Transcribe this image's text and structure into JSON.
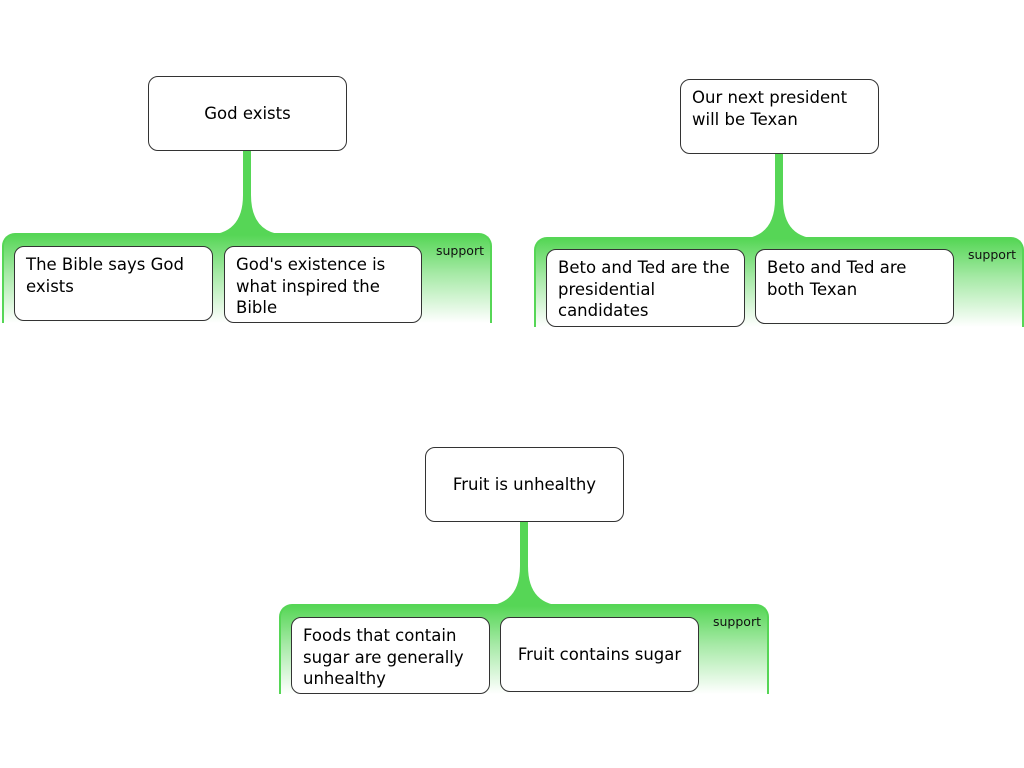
{
  "accent_color": "#56d656",
  "arguments": [
    {
      "claim": "God exists",
      "relation_label": "support",
      "premises": [
        "The Bible says God exists",
        "God's existence is what inspired the Bible"
      ]
    },
    {
      "claim": "Our next president will be Texan",
      "relation_label": "support",
      "premises": [
        "Beto and Ted are the presidential candidates",
        "Beto and Ted are both Texan"
      ]
    },
    {
      "claim": "Fruit is unhealthy",
      "relation_label": "support",
      "premises": [
        "Foods that contain sugar are generally unhealthy",
        "Fruit contains sugar"
      ]
    }
  ]
}
